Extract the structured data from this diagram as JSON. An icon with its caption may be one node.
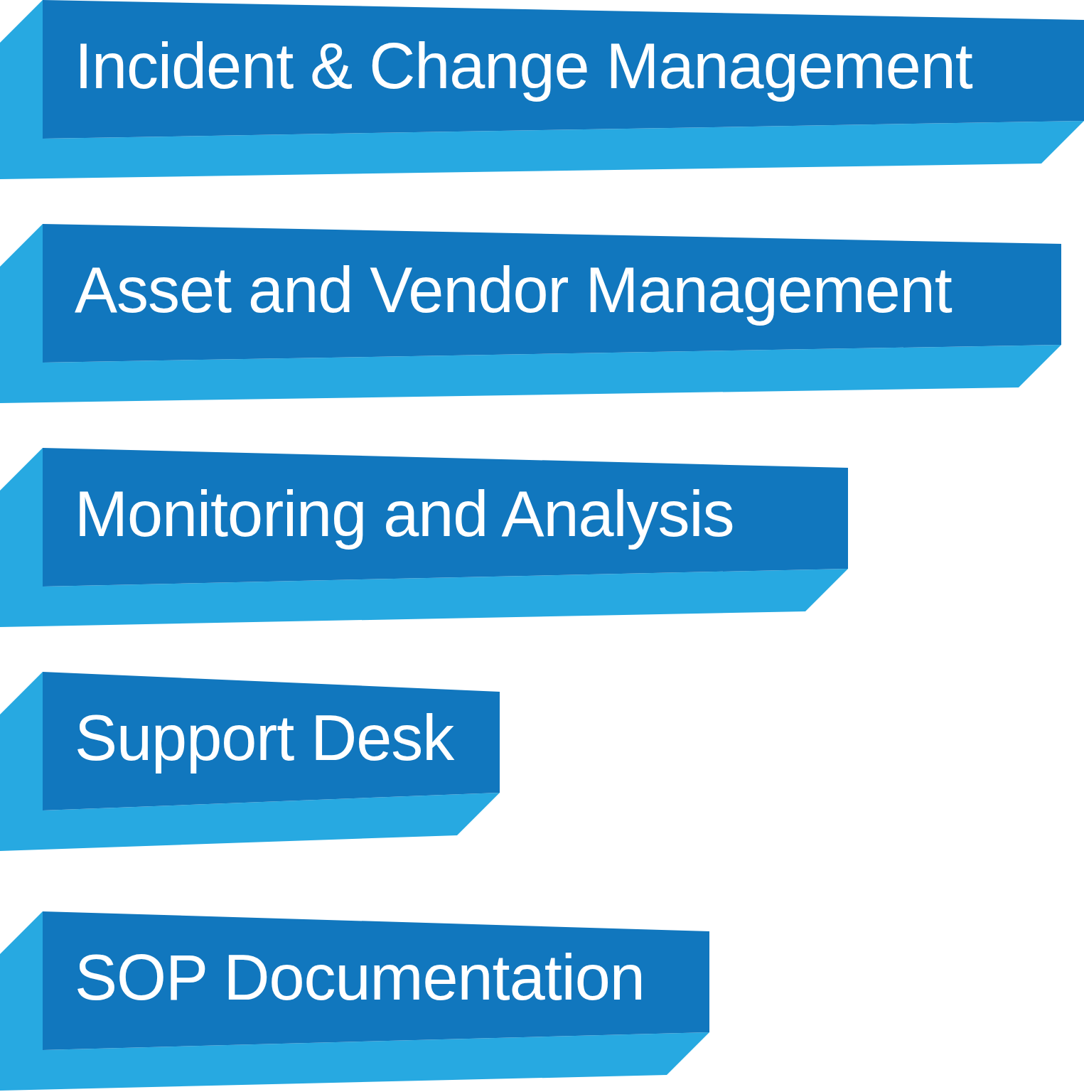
{
  "diagram": {
    "nodes": [
      {
        "text": [
          "Incident & Change Management"
        ]
      },
      {
        "text": [
          "Asset and Vendor Management"
        ]
      },
      {
        "text": [
          "Monitoring and Analysis"
        ]
      },
      {
        "text": [
          "Support Desk"
        ]
      },
      {
        "text": [
          "SOP Documentation"
        ]
      }
    ]
  }
}
